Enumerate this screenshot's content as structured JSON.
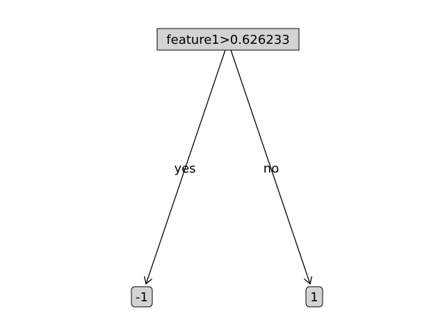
{
  "tree": {
    "root": {
      "label": "feature1>0.626233"
    },
    "edges": {
      "yes_label": "yes",
      "no_label": "no"
    },
    "leaves": {
      "left": {
        "label": "-1"
      },
      "right": {
        "label": "1"
      }
    }
  },
  "colors": {
    "node_fill": "#d3d3d3",
    "stroke": "#000000",
    "background": "#ffffff"
  }
}
